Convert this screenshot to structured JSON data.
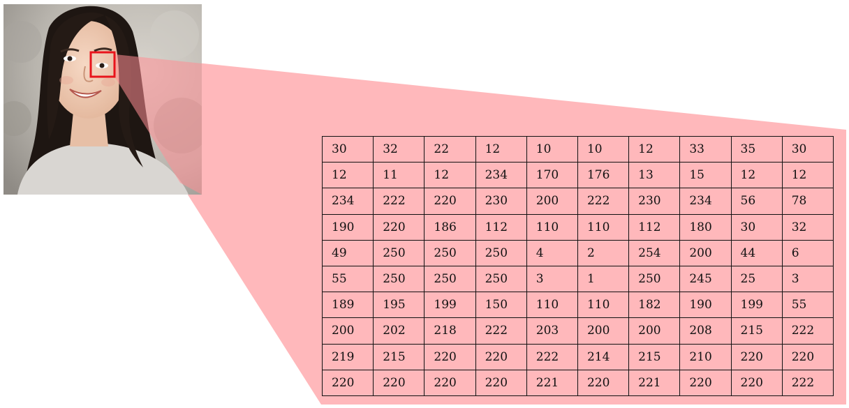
{
  "figure": {
    "photo": {
      "description_icon": "portrait-photo-icon",
      "highlight_color": "#e8141c",
      "projection_color": "#ffb8bb"
    },
    "pixel_values": [
      [
        "30",
        "32",
        "22",
        "12",
        "10",
        "10",
        "12",
        "33",
        "35",
        "30"
      ],
      [
        "12",
        "11",
        "12",
        "234",
        "170",
        "176",
        "13",
        "15",
        "12",
        "12"
      ],
      [
        "234",
        "222",
        "220",
        "230",
        "200",
        "222",
        "230",
        "234",
        "56",
        "78"
      ],
      [
        "190",
        "220",
        "186",
        "112",
        "110",
        "110",
        "112",
        "180",
        "30",
        "32"
      ],
      [
        "49",
        "250",
        "250",
        "250",
        "4",
        "2",
        "254",
        "200",
        "44",
        "6"
      ],
      [
        "55",
        "250",
        "250",
        "250",
        "3",
        "1",
        "250",
        "245",
        "25",
        "3"
      ],
      [
        "189",
        "195",
        "199",
        "150",
        "110",
        "110",
        "182",
        "190",
        "199",
        "55"
      ],
      [
        "200",
        "202",
        "218",
        "222",
        "203",
        "200",
        "200",
        "208",
        "215",
        "222"
      ],
      [
        "219",
        "215",
        "220",
        "220",
        "222",
        "214",
        "215",
        "210",
        "220",
        "220"
      ],
      [
        "220",
        "220",
        "220",
        "220",
        "221",
        "220",
        "221",
        "220",
        "220",
        "222"
      ]
    ]
  }
}
